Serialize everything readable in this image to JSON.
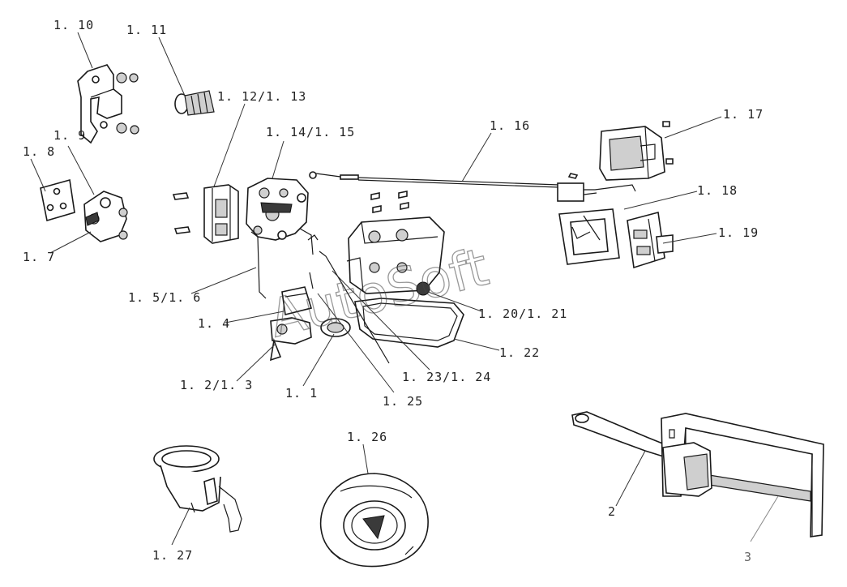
{
  "watermark": "AutoSoft",
  "callouts": {
    "c1_10": "1. 10",
    "c1_11": "1. 11",
    "c1_12_13": "1. 12/1. 13",
    "c1_14_15": "1. 14/1. 15",
    "c1_16": "1. 16",
    "c1_17": "1. 17",
    "c1_18": "1. 18",
    "c1_19": "1. 19",
    "c1_9": "1. 9",
    "c1_8": "1. 8",
    "c1_7": "1. 7",
    "c1_5_6": "1. 5/1. 6",
    "c1_4": "1. 4",
    "c1_2_3": "1. 2/1. 3",
    "c1_1": "1. 1",
    "c1_25": "1. 25",
    "c1_23_24": "1. 23/1. 24",
    "c1_22": "1. 22",
    "c1_20_21": "1. 20/1. 21",
    "c1_26": "1. 26",
    "c1_27": "1. 27",
    "c2": "2",
    "c3": "3"
  }
}
